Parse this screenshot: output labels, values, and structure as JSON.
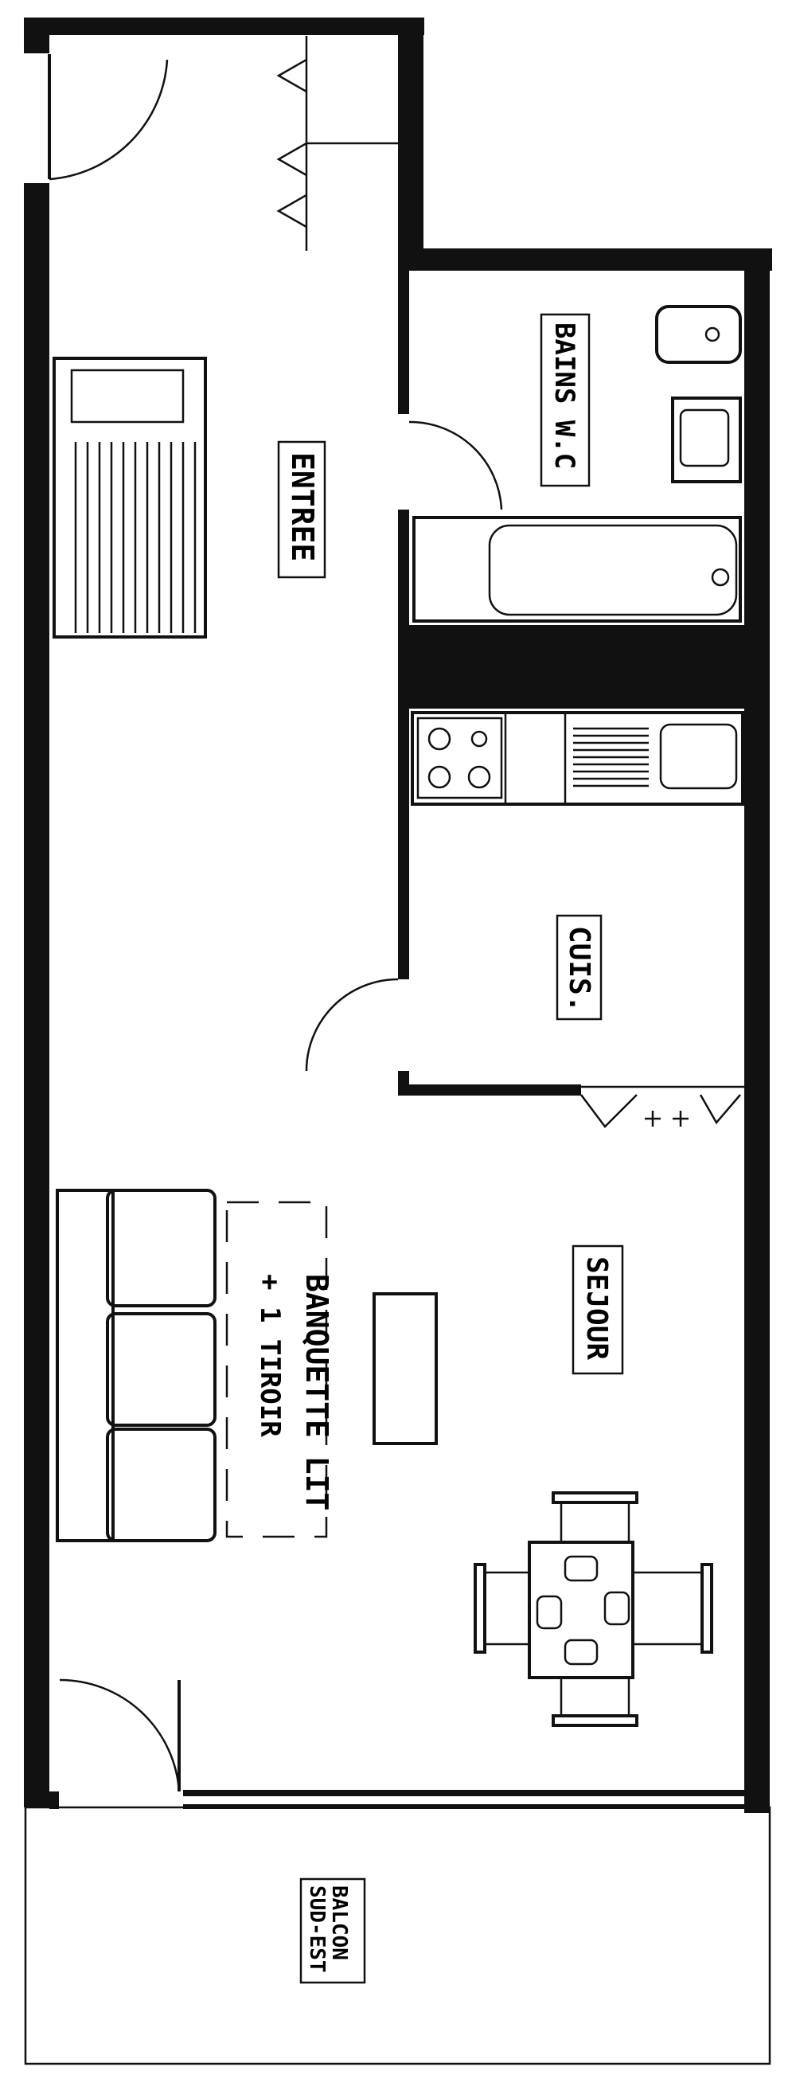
{
  "rooms": {
    "entry": "ENTREE",
    "bathroom": "BAINS W.C",
    "kitchen": "CUIS.",
    "living": "SEJOUR",
    "balcony_line1": "BALCON",
    "balcony_line2": "SUD-EST"
  },
  "furniture": {
    "sofa_line1": "BANQUETTE LIT",
    "sofa_line2": "+ 1 TIROIR"
  },
  "colors": {
    "ink": "#111111",
    "paper": "#ffffff"
  }
}
